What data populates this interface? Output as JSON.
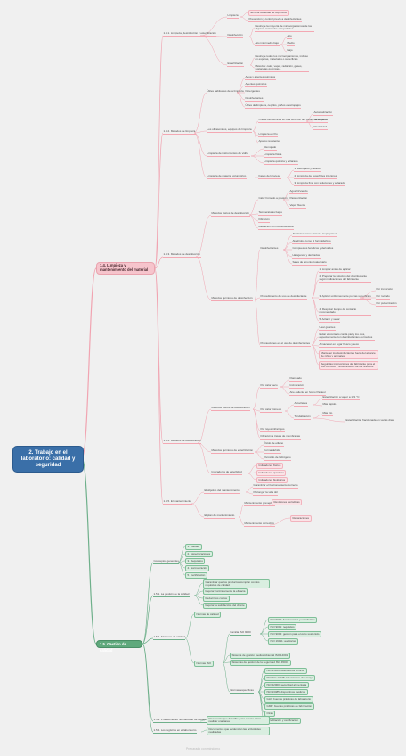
{
  "root": "2. Trabajo en el laboratorio: calidad y seguridad",
  "branch_14": {
    "label": "1.4. Limpieza y mantenimiento del material",
    "l141": {
      "label": "1.4.1. Limpieza, desinfección y esterilización",
      "limpieza": {
        "label": "Limpieza",
        "items": [
          "Elimina suciedad de superficie",
          "Prevención y control previo a desinfectantes"
        ]
      },
      "desinfeccion": {
        "label": "Desinfección",
        "items": [
          "Destruye la mayoría de microorganismos de los objetos, materiales o superficies"
        ],
        "nivel_label": "Alto intermedio bajo",
        "niveles": [
          "Alto",
          "Medio",
          "Bajo"
        ]
      },
      "esterilizacion": {
        "label": "Esterilización",
        "items": [
          "Destruye todos los microorganismos, incluso en esporas, materiales o superficies",
          "Métodos: calor, vapor, radiación, gases, sustancias químicas..."
        ]
      }
    },
    "l142": {
      "label": "1.4.2. Métodos de limpieza",
      "util": {
        "label": "Útiles habituales de la limpieza",
        "items": [
          "Agua y agentes químicos",
          "Agentes químicos",
          "Detergentes",
          "Desinfectantes",
          "Útiles de limpieza, cepillos, paños o estropajos"
        ]
      },
      "ult": {
        "label": "Los ultrasonidos, equipos de limpieza",
        "item1": "Ondas ultrasónicas en una solución del medio de limpieza",
        "sub": [
          "Automatización",
          "Cavitación",
          "Efectividad"
        ],
        "items": [
          "Limpieza en frío",
          "Apatos resistentes"
        ]
      },
      "lav": {
        "label": "Limpieza de instrumentos de vidrio",
        "items": [
          "Remojado",
          "Limpieza física",
          "Limpieza química y aclarado"
        ]
      },
      "mat": {
        "label": "Limpieza de material volumétrico",
        "item": "Fases del proceso",
        "sub": [
          "1. Remojado y lavado",
          "2. Limpieza de superficies interiores",
          "3. Limpieza final con soluciones y aclarado"
        ]
      }
    },
    "l143": {
      "label": "1.4.3. Métodos de desinfección",
      "fis": {
        "label": "Métodos físicos de desinfección",
        "items": [
          "Calor húmedo a presión",
          "Temperaturas bajas",
          "Filtración",
          "Radiación con luz ultravioleta"
        ],
        "sub": [
          "Agua hirviendo",
          "Pasteurización",
          "Vapor fluente"
        ]
      },
      "quim": {
        "label": "Métodos químicos de desinfección",
        "des": {
          "label": "Desinfectantes",
          "items": [
            "Alcoholes como etanol e isopropanol",
            "Aldehídos como el formaldehído",
            "Compuestos fenólicos y derivados",
            "Halógenos y derivados",
            "Sales de amonio cuaternario"
          ]
        },
        "proc": {
          "label": "Procedimiento de uso de desinfectante",
          "items": [
            "1. Limpiar antes de aplicar",
            "2. Preparar la solución del desinfectante según indicaciones del fabricante",
            "3. Aplicar uniformemente por las superficies",
            "4. Respetar tiempo de contacto recomendado",
            "5. Aclarar y secar"
          ],
          "sub": [
            "Por inmersión",
            "Por rociado",
            "Por pulverización"
          ]
        },
        "prec": {
          "label": "Precauciones en el uso de desinfectantes",
          "items": [
            "Usar guantes",
            "Evitar el contacto con la piel y los ojos, especialmente con desinfectantes corrosivos",
            "Almacenar en lugar fresco y seco",
            "Mantener los desinfectantes fuera del alcance de niños y animales",
            "Seguir las instrucciones del fabricante para el uso correcto y la eliminación de los residuos"
          ]
        }
      }
    },
    "l144": {
      "label": "1.4.4. Métodos de esterilización",
      "fis": {
        "label": "Métodos físicos de esterilización",
        "calor_seco": {
          "label": "Por calor seco",
          "items": [
            "Flameado",
            "Incineración",
            "Aire caliente en horno Pasteur"
          ]
        },
        "calor_hum": {
          "label": "Por calor húmedo",
          "items": [
            "Autoclaves",
            "Tyndalización"
          ],
          "auto": [
            "Esterilización a vapor a 121 °C",
            "Más rápido",
            "Más frío"
          ],
          "tyn": "Esterilización fraccionada en varios días"
        },
        "items": [
          "Por rayos infrarrojos",
          "Filtración a través de membranas"
        ]
      },
      "quim": {
        "label": "Métodos químicos de esterilización",
        "items": [
          "Óxido de etileno",
          "Formaldehído",
          "Peróxido de hidrógeno"
        ]
      },
      "ind": {
        "label": "Indicadores de esterilidad",
        "items": [
          "Indicadores físicos",
          "Indicadores químicos",
          "Indicadores biológicos"
        ]
      }
    },
    "l145": {
      "label": "1.4.5. El mantenimiento",
      "obj": {
        "label": "El objetivo del mantenimiento",
        "items": [
          "Garantizar el funcionamiento correcto",
          "Prolongar la vida útil"
        ]
      },
      "tipos": {
        "label": "El plan de mantenimiento",
        "items": [
          "Mantenimiento preventivo",
          "Mantenimiento correctivo"
        ],
        "sub": [
          "Revisiones periódicas",
          "Reparaciones"
        ]
      }
    }
  },
  "branch_15": {
    "label": "1.5. Gestión de calidad",
    "l150": {
      "label": "Conceptos generales",
      "items": [
        "1. Calidad",
        "2. Especificaciones",
        "3. Requisitos",
        "4. Normalización",
        "5. Certificación"
      ]
    },
    "l151": {
      "label": "1.5.1. La gestión de la calidad",
      "items": [
        "Garantizar que los productos cumplan con los requisitos de calidad",
        "Mejorar continuamente la eficacia",
        "Reducir los costos",
        "Mejorar la satisfacción del cliente"
      ]
    },
    "l152": {
      "label": "1.5.2. Sistemas de calidad",
      "items": [
        "Normas de calidad",
        "Normas ISO"
      ],
      "iso": {
        "label": "Familia ISO 9000",
        "items": [
          "ISO 9000: fundamentos y vocabulario",
          "ISO 9001: requisitos",
          "ISO 9004: gestión para el éxito sostenido",
          "ISO 19011: auditorías"
        ]
      },
      "items2": [
        "Sistema de gestión medioambiental ISO 14001",
        "Sistemas de gestión de la seguridad ISO 45001"
      ],
      "norm": {
        "label": "Normas específicas",
        "items": [
          "ISO 15189: laboratorios clínicos",
          "ISO/IEC 17025: laboratorios de ensayo",
          "ISO 22000: seguridad alimentaria",
          "ISO 13485: dispositivos médicos",
          "GLP: buenas prácticas de laboratorio",
          "GMP: buenas prácticas de fabricación",
          "Otras",
          "Acreditación y certificación"
        ]
      }
    },
    "l153": {
      "label": "1.5.3. Procedimiento normalizado de trabajo",
      "item": "Documento que describe paso a paso cómo realizar una tarea"
    },
    "l154": {
      "label": "1.5.4. Los registros en el laboratorio",
      "item": "Documentos que evidencian las actividades realizadas"
    }
  },
  "footer": "Preparado con mindomo"
}
